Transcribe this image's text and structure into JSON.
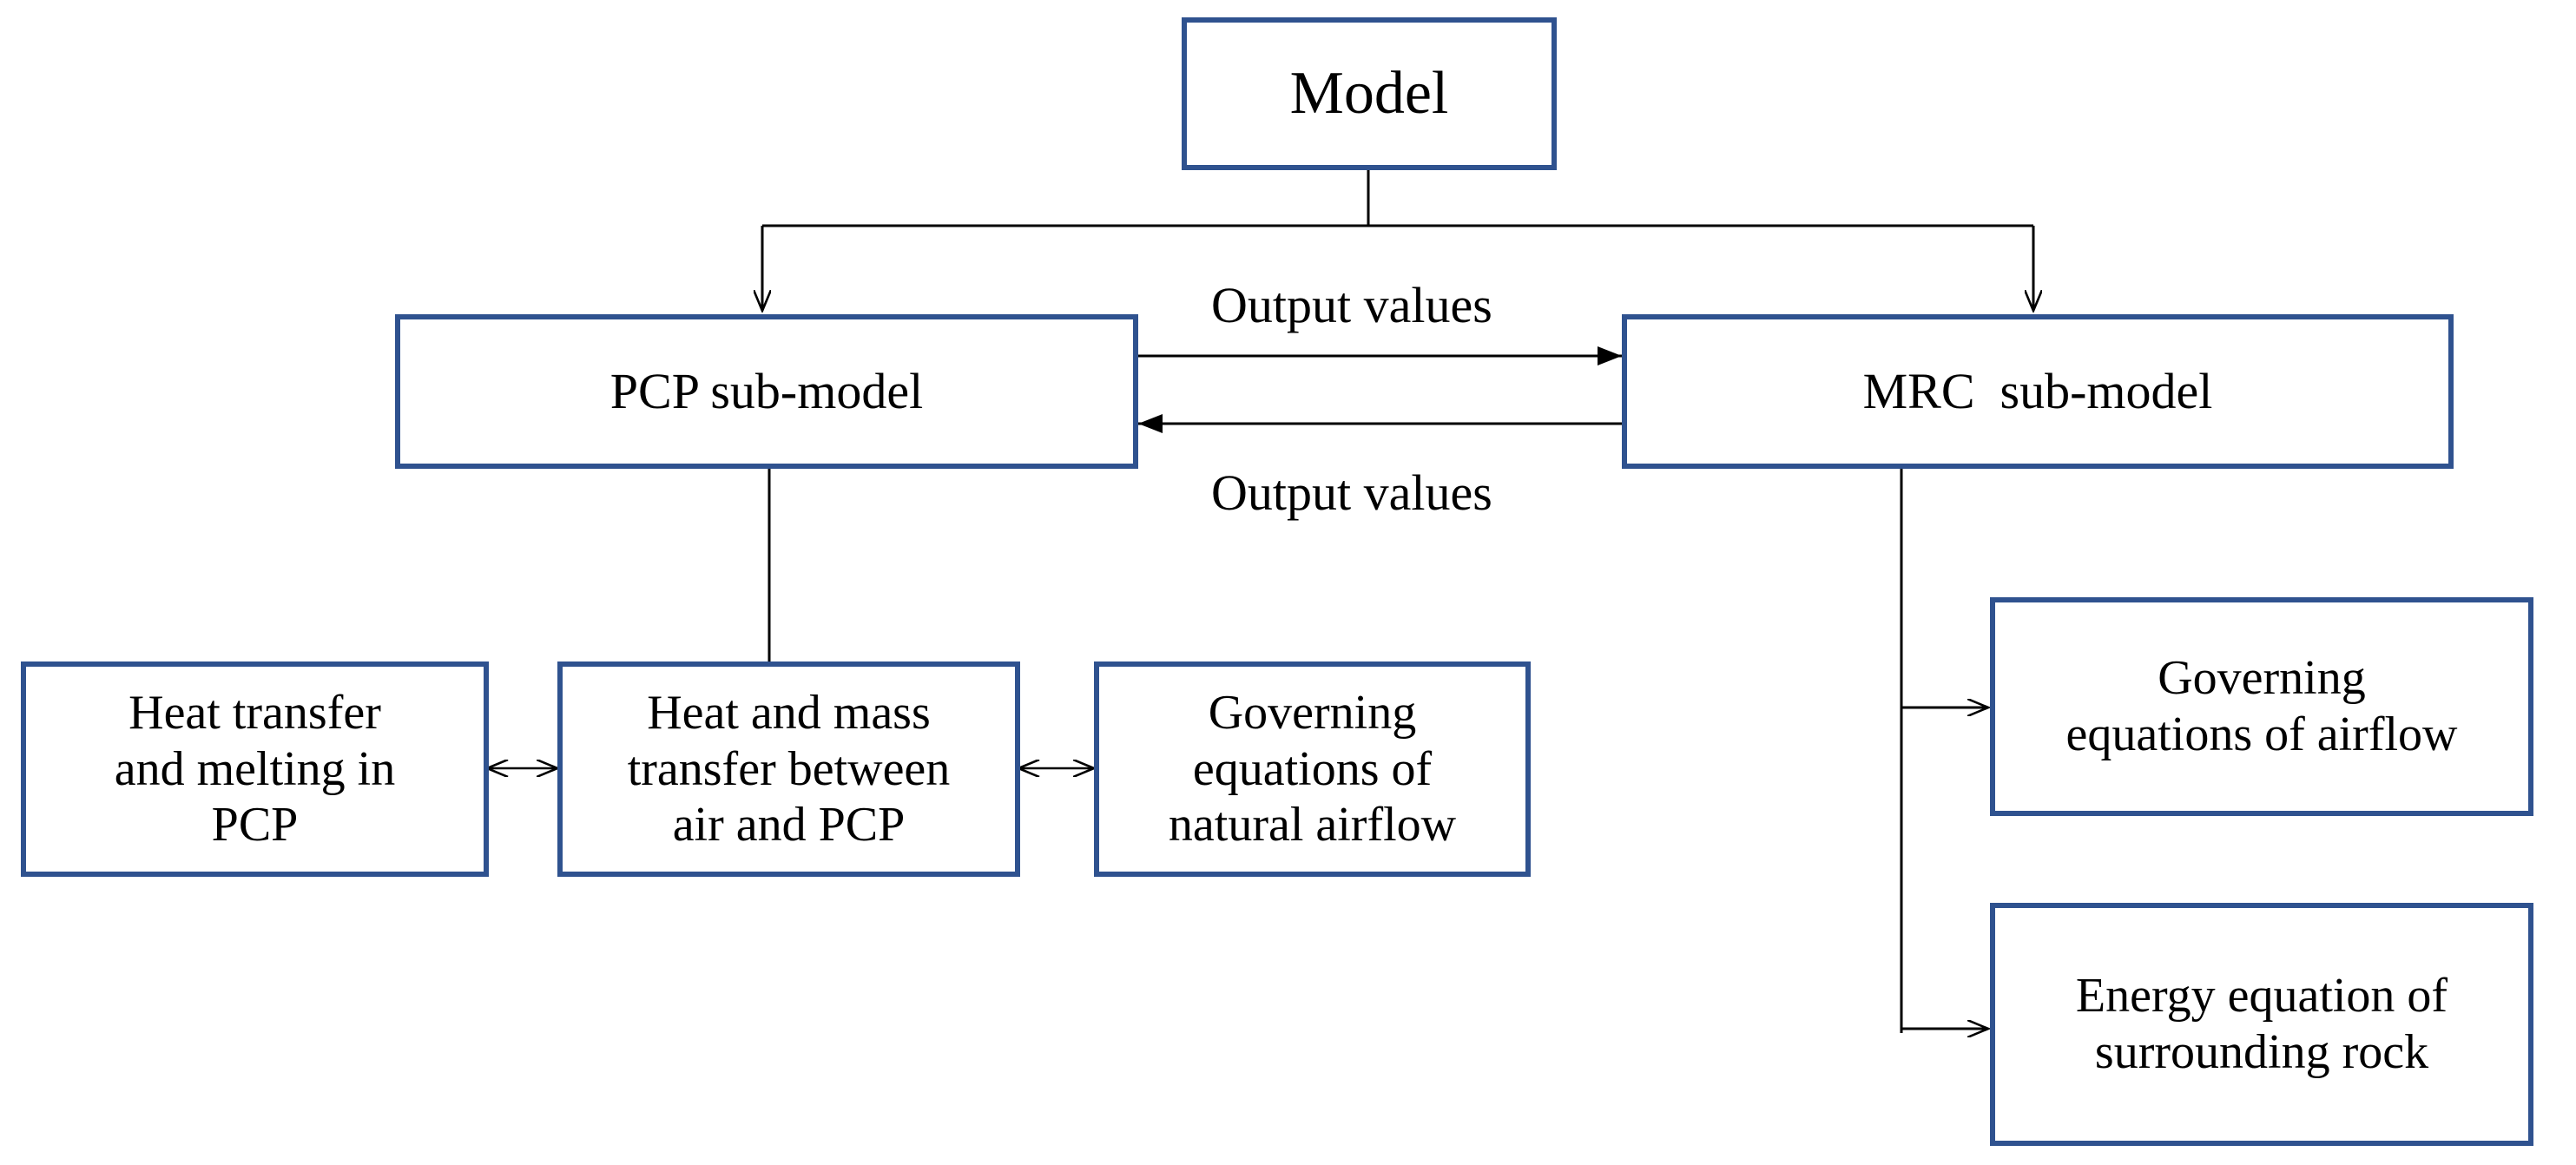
{
  "nodes": {
    "model": "Model",
    "pcp_submodel": "PCP sub-model",
    "mrc_submodel": "MRC  sub-model",
    "heat_transfer": [
      "Heat transfer",
      "and melting in",
      "PCP"
    ],
    "heat_mass_transfer": [
      "Heat and mass",
      "transfer between",
      "air and PCP"
    ],
    "governing_natural": [
      "Governing",
      "equations of",
      "natural airflow"
    ],
    "governing_airflow": [
      "Governing",
      "equations of airflow"
    ],
    "energy_equation": [
      "Energy equation of",
      "surrounding rock"
    ]
  },
  "edge_labels": {
    "pcp_to_mrc": "Output values",
    "mrc_to_pcp": "Output values"
  },
  "colors": {
    "box_border": "#2f528f",
    "line": "#000000",
    "text": "#000000"
  }
}
